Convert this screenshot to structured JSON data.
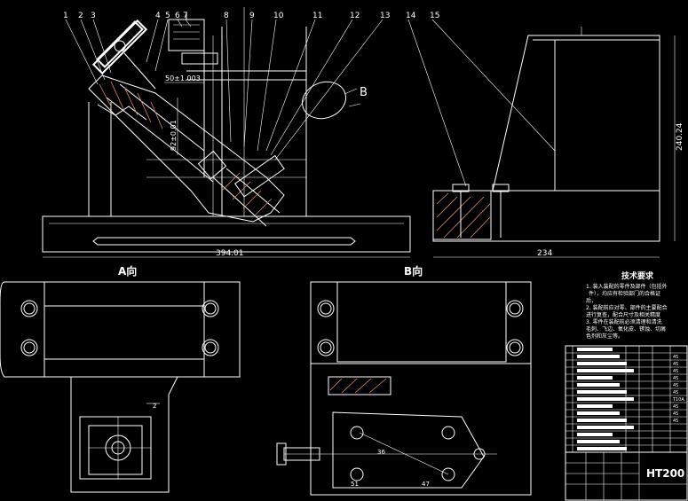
{
  "colors": {
    "background": "#000000",
    "line": "#ffffff",
    "hatch": "#d88a6a"
  },
  "callouts": [
    "1",
    "2",
    "3",
    "4",
    "5",
    "6",
    "7",
    "8",
    "9",
    "10",
    "11",
    "12",
    "13",
    "14",
    "15"
  ],
  "dimensions": {
    "main_width": "394.01",
    "side_width": "234",
    "side_height": "240.24",
    "angle_dim": "50±1.003",
    "diag_dim": "92±0.01",
    "view_a_small": "2",
    "view_b_d1": "36",
    "view_b_d2": "51",
    "view_b_d3": "47"
  },
  "view_b_label": "B",
  "section_titles": {
    "view_a": "A向",
    "view_b": "B向"
  },
  "tech_requirements": {
    "title": "技术要求",
    "lines": [
      "1. 装入装配的零件及部件（包括外",
      "件），均应有检验部门的合格证",
      "后，",
      "2. 装配前应对零、部件的主要配合",
      "进行复查，配合尺寸及相关精度",
      "3. 零件在装配前必须清理和清洗",
      "毛刺、飞边、氧化皮、锈蚀、切屑",
      "色剂和灰尘等。"
    ]
  },
  "material": "HT200",
  "parts_list_values": [
    "45",
    "45",
    "45",
    "45",
    "45",
    "45",
    "T10A",
    "45",
    "45",
    "45"
  ]
}
